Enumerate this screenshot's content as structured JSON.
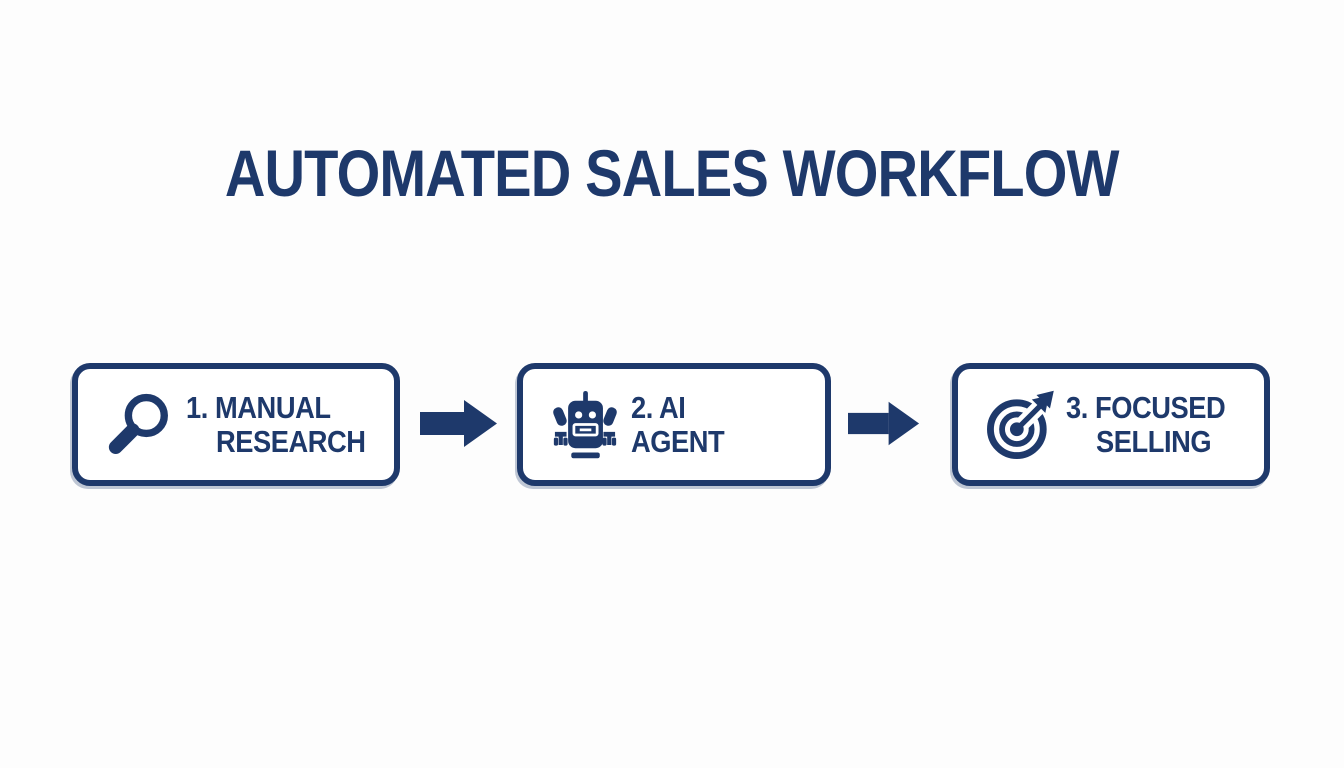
{
  "colors": {
    "navy": "#1e396b",
    "background": "#fdfdfd"
  },
  "title": "AUTOMATED SALES WORKFLOW",
  "workflow": {
    "steps": [
      {
        "icon": "magnifying-glass-icon",
        "label_lines": [
          "1. MANUAL",
          "RESEARCH"
        ]
      },
      {
        "icon": "robot-icon",
        "label_lines": [
          "2. AI",
          "AGENT"
        ]
      },
      {
        "icon": "target-dart-icon",
        "label_lines": [
          "3. FOCUSED",
          "SELLING"
        ]
      }
    ],
    "connectors": [
      {
        "icon": "arrow-right-icon"
      },
      {
        "icon": "arrow-right-icon"
      }
    ]
  }
}
